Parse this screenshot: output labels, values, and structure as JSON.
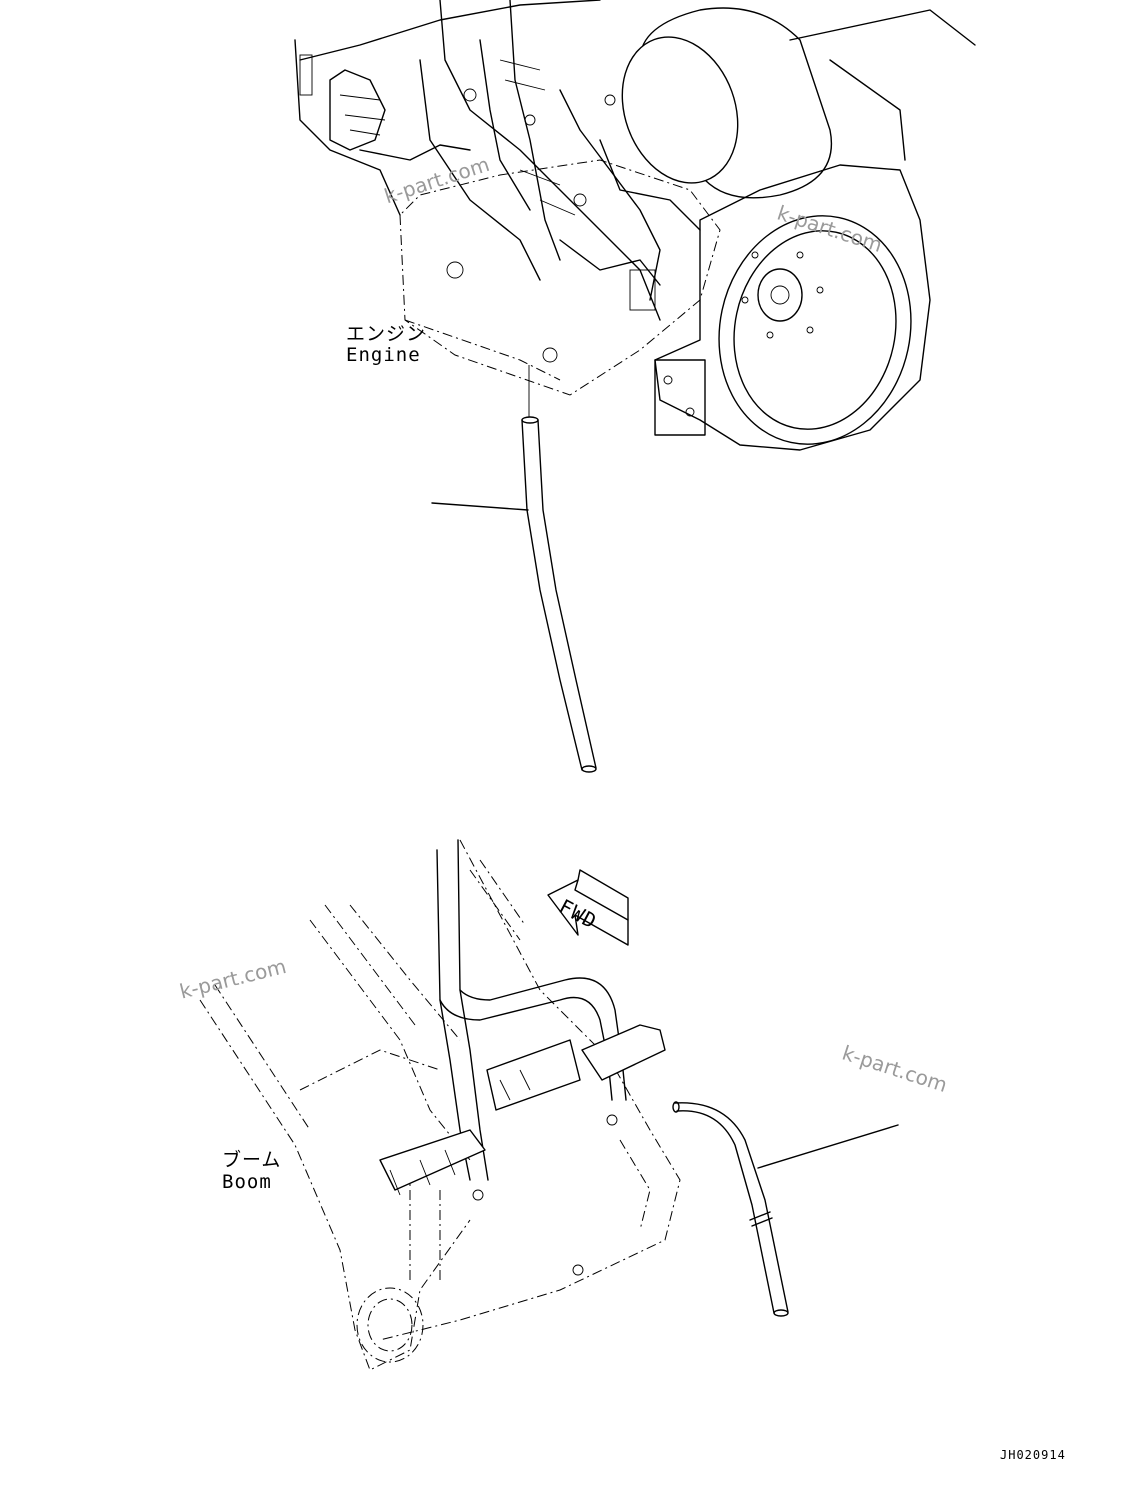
{
  "labels": {
    "engine_jp": "エンジン",
    "engine_en": "Engine",
    "boom_jp": "ブーム",
    "boom_en": "Boom",
    "fwd": "FWD",
    "drawing_code": "JH020914"
  },
  "watermarks": [
    "k-part.com",
    "k-part.com",
    "k-part.com",
    "k-part.com"
  ]
}
